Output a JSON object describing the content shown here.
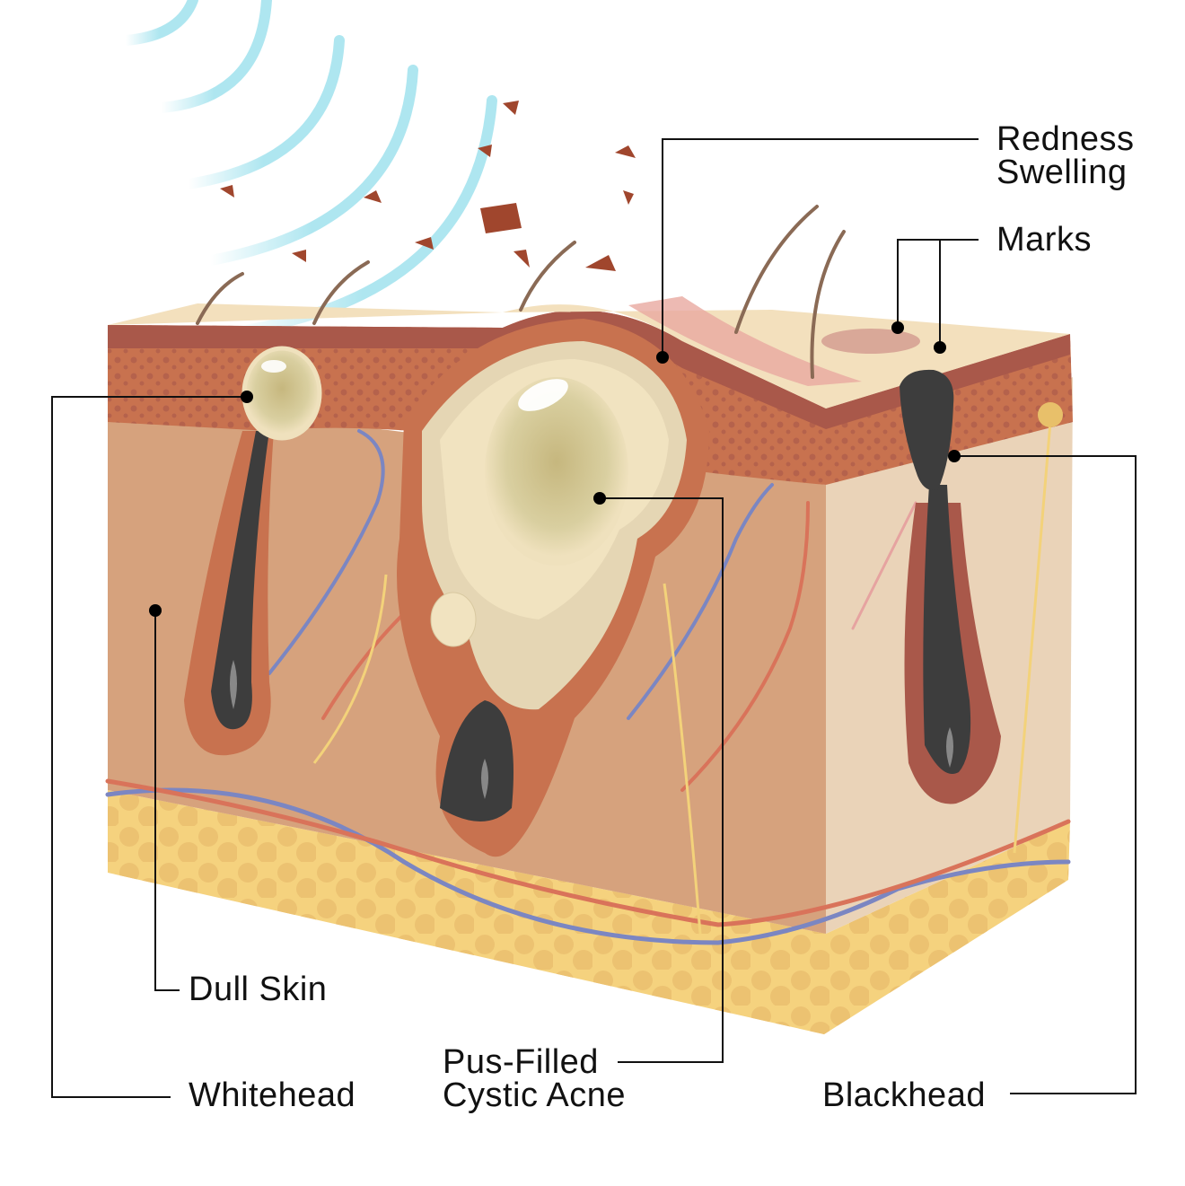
{
  "labels": {
    "redness": "Redness",
    "swelling": "Swelling",
    "marks": "Marks",
    "whitehead": "Whitehead",
    "dull_skin": "Dull Skin",
    "pus_filled": "Pus-Filled",
    "cystic_acne": "Cystic Acne",
    "blackhead": "Blackhead"
  },
  "colors": {
    "epidermis_top": "#f3e0bd",
    "epidermis_band": "#a9584a",
    "dermis_dots": "#c8724f",
    "dermis": "#d6a27d",
    "dermis_side": "#ead3b8",
    "fat": "#f5d27e",
    "pus": "#efe1bd",
    "hair": "#3d3d3d",
    "vein": "#7b86c2",
    "artery": "#d9735a",
    "nerve": "#f3d27a",
    "waves": "#aee6f0",
    "debris": "#a0462d",
    "leader": "#111111"
  }
}
